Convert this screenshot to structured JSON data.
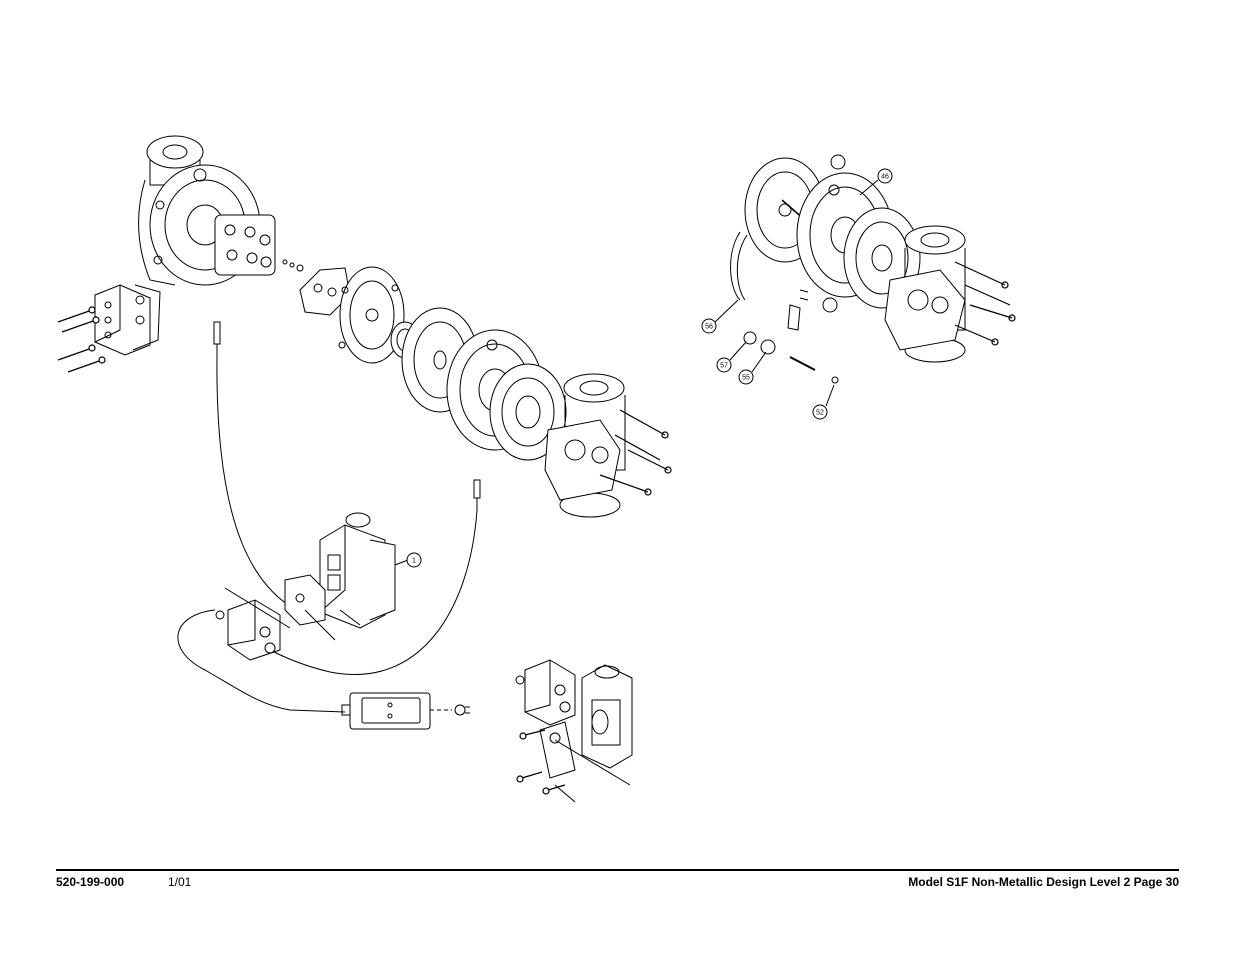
{
  "footer": {
    "doc_number": "520-199-000",
    "date": "1/01",
    "title": "Model S1F Non-Metallic Design Level 2 Page 30"
  },
  "callouts": {
    "c1": "1",
    "c46": "46",
    "c56": "56",
    "c57": "57",
    "c55": "55",
    "c52": "52"
  }
}
